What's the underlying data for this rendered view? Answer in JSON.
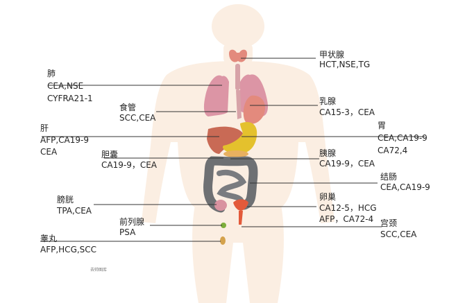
{
  "labels": {
    "thyroid": {
      "organ": "甲状腺",
      "markers": [
        "HCT,NSE,TG"
      ]
    },
    "lung": {
      "organ": "肺",
      "markers": [
        "CEA,NSE",
        "CYFRA21-1"
      ]
    },
    "breast": {
      "organ": "乳腺",
      "markers": [
        "CA15-3，CEA"
      ]
    },
    "esophagus": {
      "organ": "食管",
      "markers": [
        "SCC,CEA"
      ]
    },
    "liver": {
      "organ": "肝",
      "markers": [
        "AFP,CA19-9",
        "CEA"
      ]
    },
    "stomach": {
      "organ": "胃",
      "markers": [
        "CEA,CA19-9",
        "CA72,4"
      ]
    },
    "gallbladder": {
      "organ": "胆囊",
      "markers": [
        "CA19-9，CEA"
      ]
    },
    "pancreas": {
      "organ": "胰腺",
      "markers": [
        "CA19-9，CEA"
      ]
    },
    "colon": {
      "organ": "结肠",
      "markers": [
        "CEA,CA19-9"
      ]
    },
    "bladder": {
      "organ": "膀胱",
      "markers": [
        "TPA,CEA"
      ]
    },
    "ovary": {
      "organ": "卵巢",
      "markers": [
        "CA12-5，HCG",
        "AFP，CA72-4"
      ]
    },
    "prostate": {
      "organ": "前列腺",
      "markers": [
        "PSA"
      ]
    },
    "cervix": {
      "organ": "宫颈",
      "markers": [
        "SCC,CEA"
      ]
    },
    "testis": {
      "organ": "睾丸",
      "markers": [
        "AFP,HCG,SCC"
      ]
    }
  },
  "watermark": "去帅图库",
  "colors": {
    "skin": "#fbeee2",
    "lung": "#dc95a5",
    "heart": "#e38a7d",
    "liver": "#c96a55",
    "stomach": "#e4c12d",
    "colon": "#6e7073",
    "bladder": "#d992a0",
    "uterus": "#e35a3a",
    "gland": "#7dae3b",
    "line": "#333333"
  }
}
